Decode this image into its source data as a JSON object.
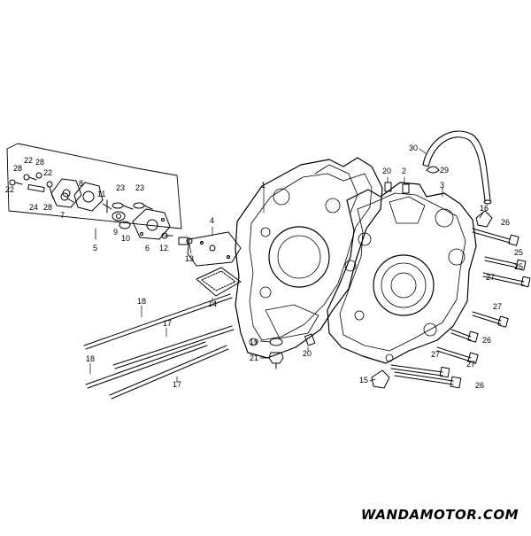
{
  "diagram": {
    "part_labels": {
      "p1": "1",
      "p2": "2",
      "p3": "3",
      "p4": "4",
      "p5": "5",
      "p6": "6",
      "p7": "7",
      "p8": "8",
      "p9": "9",
      "p10": "10",
      "p11": "11",
      "p12": "12",
      "p13": "13",
      "p14": "14",
      "p15": "15",
      "p16": "16",
      "p17": "17",
      "p18": "18",
      "p19": "19",
      "p20": "20",
      "p21": "21",
      "p22": "22",
      "p23": "23",
      "p24": "24",
      "p25": "25",
      "p26": "26",
      "p27": "27",
      "p28": "28",
      "p29": "29",
      "p30": "30"
    }
  },
  "watermark": {
    "text": "WANDAMOTOR.COM"
  }
}
